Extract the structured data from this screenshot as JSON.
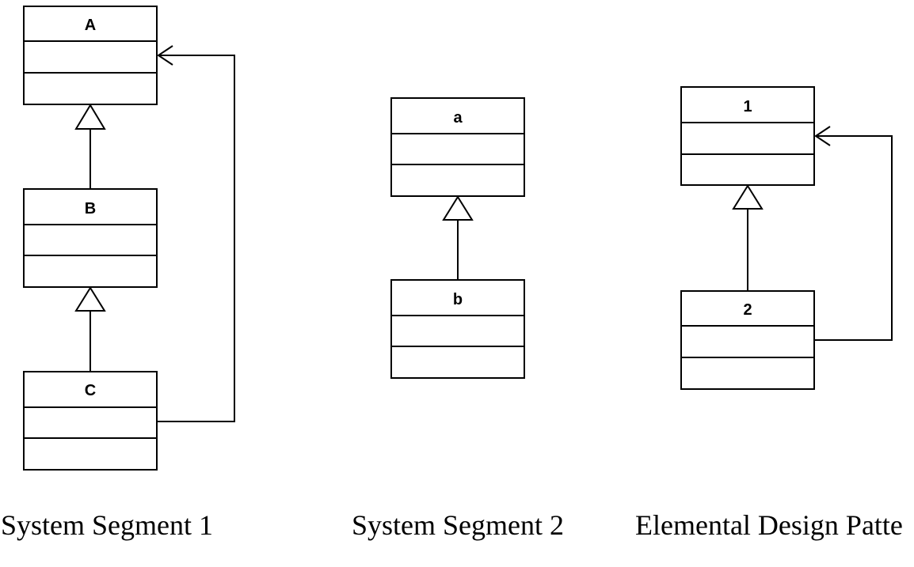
{
  "diagrams": [
    {
      "caption": "System Segment 1",
      "classes": {
        "A": "A",
        "B": "B",
        "C": "C"
      }
    },
    {
      "caption": "System Segment 2",
      "classes": {
        "a": "a",
        "b": "b"
      }
    },
    {
      "caption": "Elemental Design Patte",
      "classes": {
        "one": "1",
        "two": "2"
      }
    }
  ],
  "relations": [
    {
      "from": "B",
      "to": "A",
      "kind": "generalization"
    },
    {
      "from": "C",
      "to": "B",
      "kind": "generalization"
    },
    {
      "from": "C",
      "to": "A",
      "kind": "association"
    },
    {
      "from": "b",
      "to": "a",
      "kind": "generalization"
    },
    {
      "from": "2",
      "to": "1",
      "kind": "generalization"
    },
    {
      "from": "2",
      "to": "1",
      "kind": "association"
    }
  ]
}
